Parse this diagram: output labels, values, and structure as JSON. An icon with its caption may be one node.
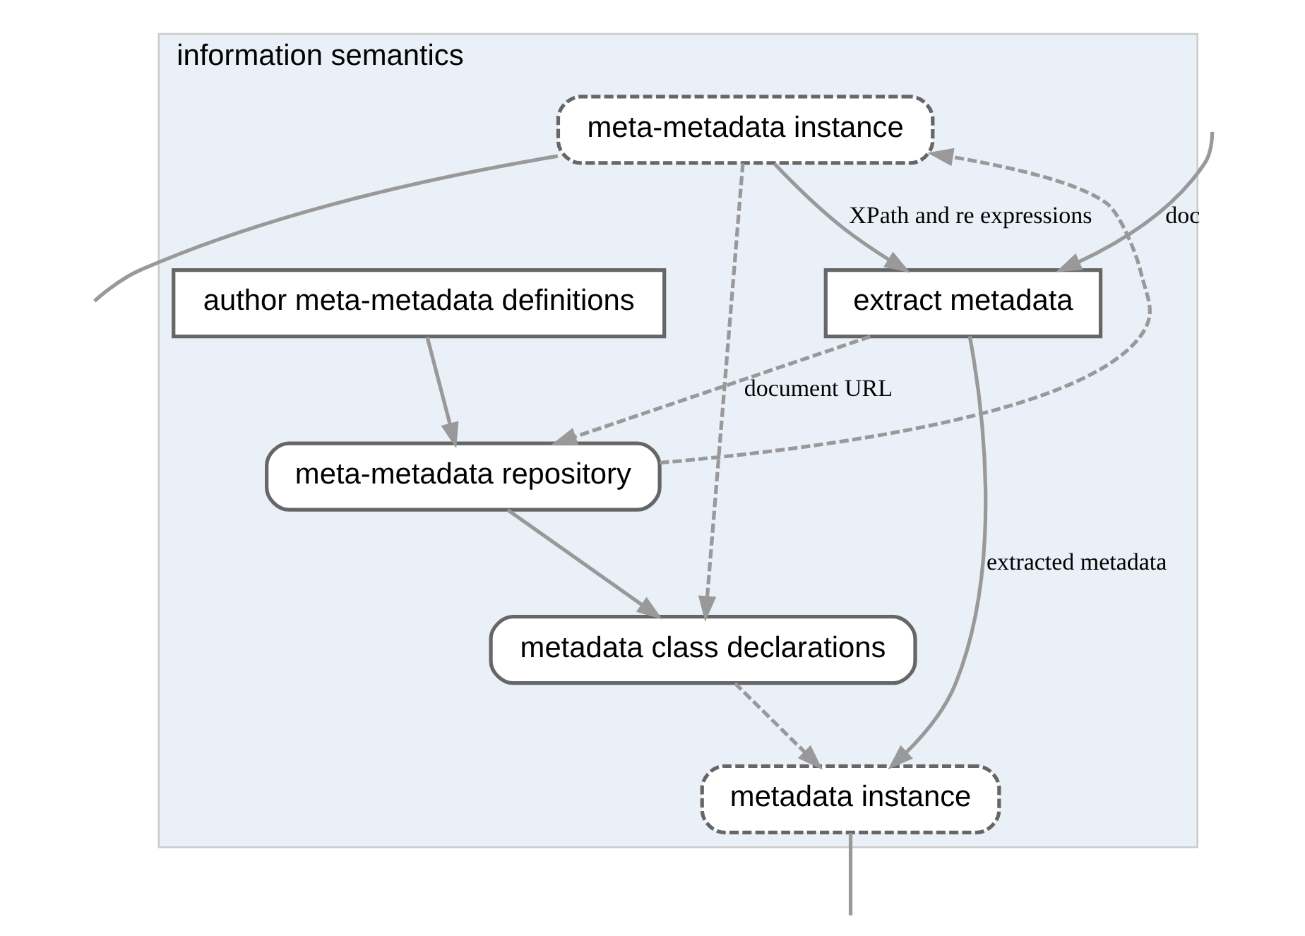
{
  "diagram": {
    "nodes": [
      {
        "text": [
          "information semantics"
        ]
      },
      {
        "text": [
          "meta-metadata instance"
        ],
        "in": 0
      },
      {
        "text": [
          "author meta-metadata definitions"
        ],
        "in": 0
      },
      {
        "text": [
          "extract metadata"
        ],
        "in": 0
      },
      {
        "text": [
          "meta-metadata repository"
        ],
        "in": 0
      },
      {
        "text": [
          "metadata class declarations"
        ],
        "in": 0
      },
      {
        "text": [
          "metadata instance"
        ],
        "in": 0
      }
    ],
    "edges": [
      {
        "from": 1,
        "to": null,
        "arrow": "none"
      },
      {
        "from": 1,
        "to": 3,
        "arrow": "to",
        "label": "XPath and re expressions"
      },
      {
        "from": null,
        "to": 3,
        "arrow": "to",
        "label": "doc"
      },
      {
        "from": 2,
        "to": 4,
        "arrow": "to"
      },
      {
        "from": 3,
        "to": 4,
        "arrow": "to",
        "style": "dashed",
        "label": "document URL"
      },
      {
        "from": 4,
        "to": 1,
        "arrow": "to",
        "style": "dashed"
      },
      {
        "from": 4,
        "to": 5,
        "arrow": "to"
      },
      {
        "from": 1,
        "to": 5,
        "arrow": "to",
        "style": "dashed"
      },
      {
        "from": 5,
        "to": 6,
        "arrow": "to",
        "style": "dashed"
      },
      {
        "from": 3,
        "to": 6,
        "arrow": "to",
        "label": "extracted metadata"
      },
      {
        "from": 6,
        "to": null,
        "arrow": "none"
      }
    ]
  }
}
